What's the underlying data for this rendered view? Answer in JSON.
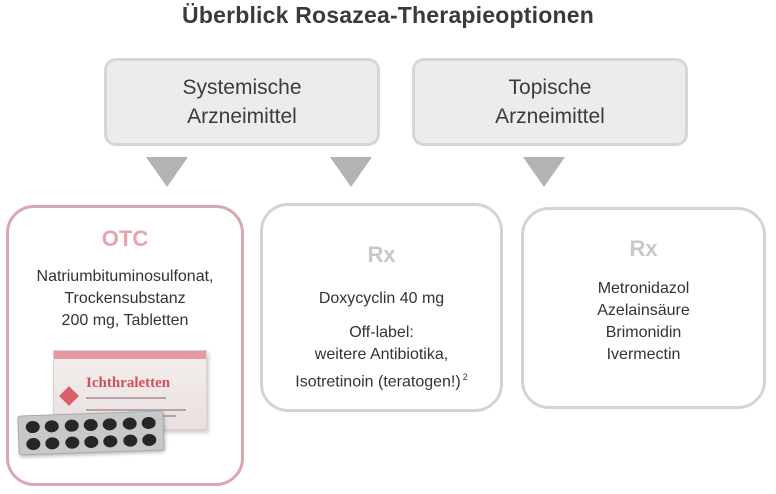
{
  "title": "Überblick Rosazea-Therapieoptionen",
  "categories": [
    {
      "line1": "Systemische",
      "line2": "Arzneimittel"
    },
    {
      "line1": "Topische",
      "line2": "Arzneimittel"
    }
  ],
  "otc": {
    "label": "OTC",
    "lines": [
      "Natriumbituminosulfonat,",
      "Trockensubstanz",
      "200 mg, Tabletten"
    ],
    "product_name": "Ichthraletten"
  },
  "rx_systemic": {
    "label": "Rx",
    "drug": "Doxycyclin 40 mg",
    "offlabel_title": "Off-label:",
    "offlabel_line1": "weitere Antibiotika,",
    "offlabel_line2": "Isotretinoin (teratogen!)",
    "footnote": "2"
  },
  "rx_topical": {
    "label": "Rx",
    "drugs": [
      "Metronidazol",
      "Azelainsäure",
      "Brimonidin",
      "Ivermectin"
    ]
  }
}
